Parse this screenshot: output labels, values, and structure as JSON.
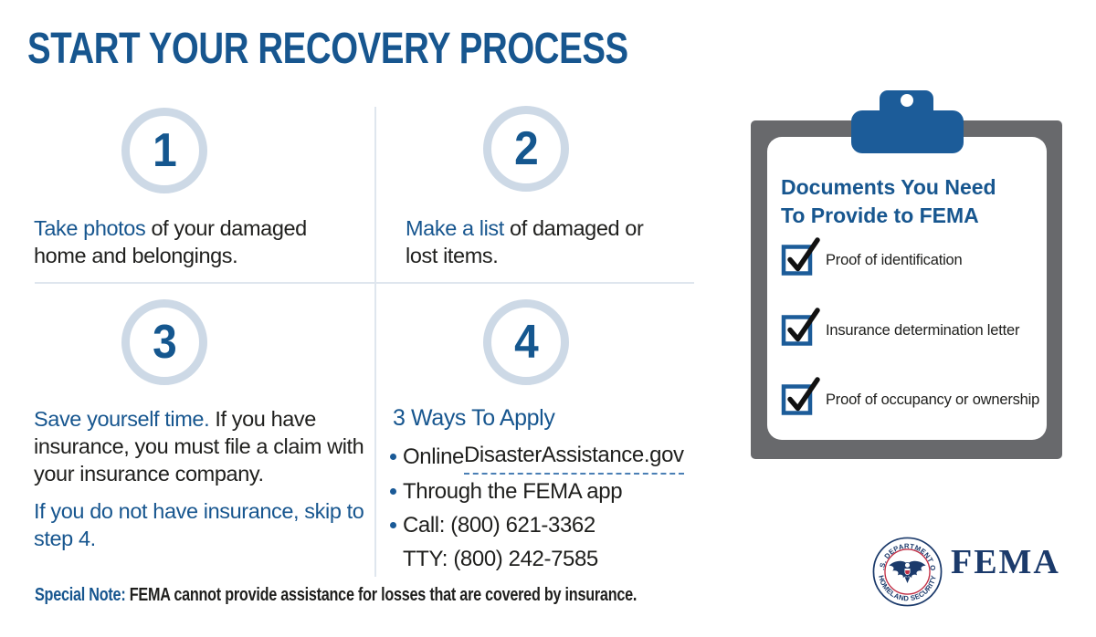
{
  "palette": {
    "text_blue": "#17568f",
    "graphic_blue": "#1c5c99",
    "navy": "#1b3a6b",
    "black": "#1f1f1d",
    "clipboard_gray": "#68696c",
    "circle_ring": "#cdd9e6",
    "divider": "#dfe6ee",
    "seal_red": "#c22f45"
  },
  "title": "START YOUR RECOVERY PROCESS",
  "steps": [
    {
      "number": "1",
      "lead": "Take photos ",
      "rest": "of your damaged home and belongings."
    },
    {
      "number": "2",
      "lead": "Make a list ",
      "rest": "of damaged or lost items."
    },
    {
      "number": "3",
      "lead": "Save yourself time. ",
      "rest": "If you have insurance, you must file a claim with your insurance company.",
      "note": "If you do not have insurance, skip to step 4."
    },
    {
      "number": "4",
      "heading": "3 Ways To Apply",
      "ways": [
        {
          "pre": "Online ",
          "link": "DisasterAssistance.gov"
        },
        {
          "text": "Through the FEMA app"
        },
        {
          "text": "Call: (800) 621-3362"
        }
      ],
      "tty": "TTY: (800) 242-7585"
    }
  ],
  "clipboard": {
    "title": "Documents You Need To Provide to FEMA",
    "items": [
      "Proof of identification",
      "Insurance determination letter",
      "Proof of occupancy or ownership"
    ]
  },
  "special_note": {
    "label": "Special Note:",
    "text": " FEMA cannot provide assistance for losses that are covered by insurance."
  },
  "logo": {
    "seal_top": "U.S. DEPARTMENT OF",
    "seal_bottom": "HOMELAND SECURITY",
    "wordmark": "FEMA"
  }
}
